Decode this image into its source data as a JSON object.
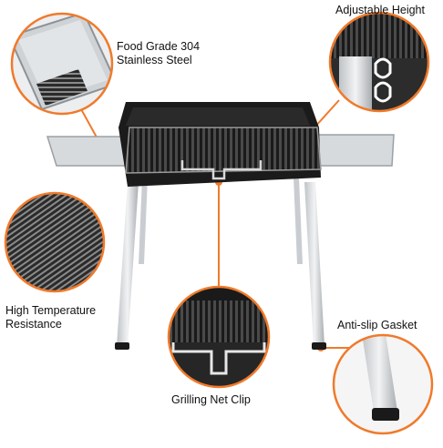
{
  "image": {
    "accent_color": "#f07a2b",
    "background": "#ffffff"
  },
  "callouts": [
    {
      "id": "stainless",
      "lines": [
        "Food Grade 304",
        "Stainless Steel"
      ]
    },
    {
      "id": "height",
      "lines": [
        "Adjustable Height"
      ]
    },
    {
      "id": "temperature",
      "lines": [
        "High Temperature",
        "Resistance"
      ]
    },
    {
      "id": "gasket",
      "lines": [
        "Anti-slip Gasket"
      ]
    },
    {
      "id": "clip",
      "lines": [
        "Grilling Net Clip"
      ]
    }
  ]
}
